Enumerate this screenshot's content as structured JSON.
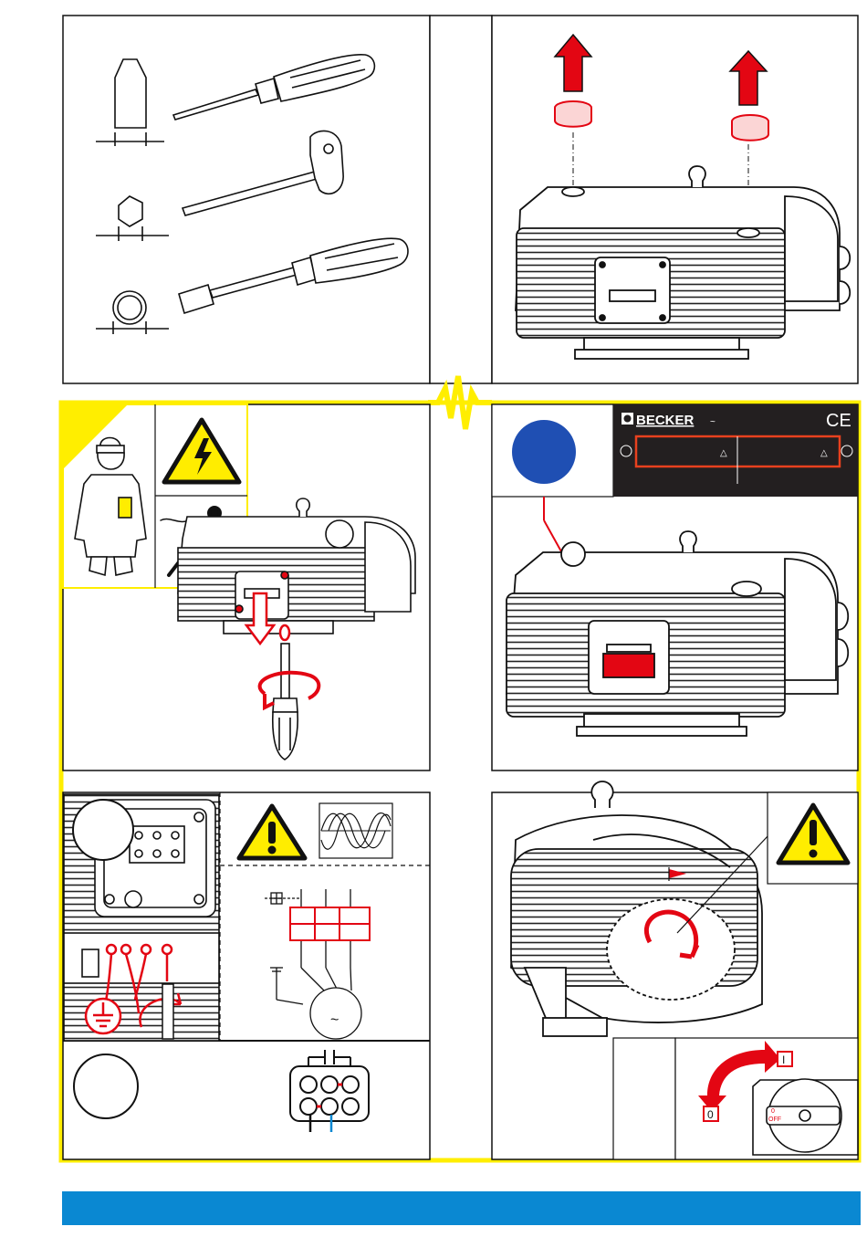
{
  "nameplate": {
    "brand": "BECKER",
    "ce_mark": "CE",
    "tilde": "~",
    "triangle_glyph": "△",
    "colors": {
      "plate_bg": "#231f20",
      "highlight": "#e8411e"
    }
  },
  "switch": {
    "on_label": "I",
    "off_label": "0",
    "knob_off_text": "0",
    "knob_off_word": "OFF"
  },
  "circuit": {
    "motor_symbol": "~"
  },
  "colors": {
    "frame_yellow": "#ffee00",
    "accent_red": "#e30613",
    "footer_blue": "#0a88d2",
    "badge_blue": "#1f4fb3",
    "warning_yellow": "#ffed00"
  },
  "icons": [
    "flat-screwdriver-icon",
    "hex-key-icon",
    "socket-wrench-icon",
    "high-voltage-warning-icon",
    "electric-shock-warning-icon",
    "general-warning-icon",
    "three-phase-wave-icon",
    "ground-symbol-icon",
    "rotation-arrow-icon",
    "main-switch-icon"
  ]
}
